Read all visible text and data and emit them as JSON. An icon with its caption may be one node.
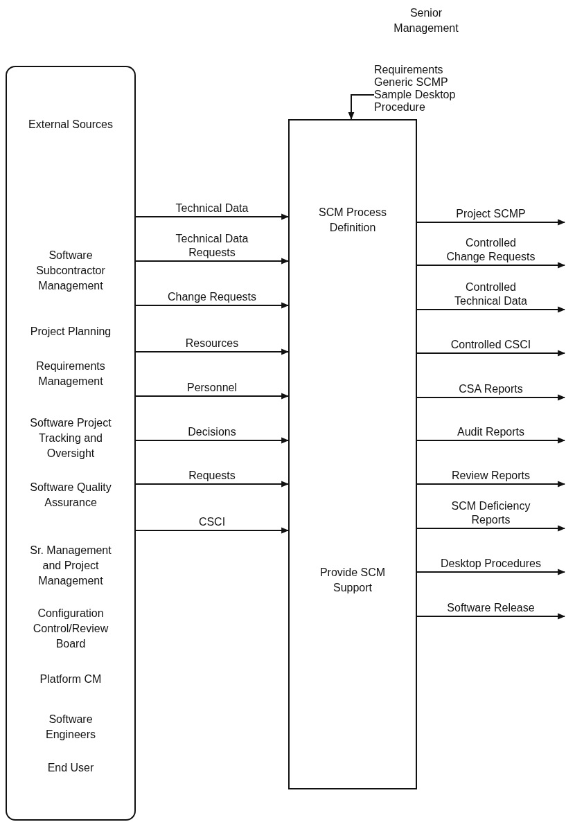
{
  "diagram": {
    "nodes": [
      {
        "text": [
          "External Sources",
          "Software Subcontractor Management",
          "Project Planning",
          "Requirements Management",
          "Software Project Tracking and Oversight",
          "Software Quality Assurance",
          "Sr. Management and Project Management",
          "Configuration Control/Review Board",
          "Platform CM",
          "Software Engineers",
          "End User"
        ]
      },
      {
        "text": [
          "SCM Process Definition",
          "Provide SCM Support"
        ]
      },
      {
        "text": [
          "Senior Management",
          "Requirements Generic SCMP Sample Desktop Procedure"
        ]
      }
    ],
    "edges": [
      {
        "from": 0,
        "to": 1,
        "arrow": "to",
        "label": "Technical Data"
      },
      {
        "from": 0,
        "to": 1,
        "arrow": "to",
        "label": "Technical Data Requests"
      },
      {
        "from": 0,
        "to": 1,
        "arrow": "to",
        "label": "Change Requests"
      },
      {
        "from": 0,
        "to": 1,
        "arrow": "to",
        "label": "Resources"
      },
      {
        "from": 0,
        "to": 1,
        "arrow": "to",
        "label": "Personnel"
      },
      {
        "from": 0,
        "to": 1,
        "arrow": "to",
        "label": "Decisions"
      },
      {
        "from": 0,
        "to": 1,
        "arrow": "to",
        "label": "Requests"
      },
      {
        "from": 0,
        "to": 1,
        "arrow": "to",
        "label": "CSCI"
      },
      {
        "from": 2,
        "to": 1,
        "arrow": "to"
      },
      {
        "from": 1,
        "to": null,
        "arrow": "to",
        "label": "Project SCMP"
      },
      {
        "from": 1,
        "to": null,
        "arrow": "to",
        "label": "Controlled Change Requests"
      },
      {
        "from": 1,
        "to": null,
        "arrow": "to",
        "label": "Controlled Technical Data"
      },
      {
        "from": 1,
        "to": null,
        "arrow": "to",
        "label": "Controlled CSCI"
      },
      {
        "from": 1,
        "to": null,
        "arrow": "to",
        "label": "CSA Reports"
      },
      {
        "from": 1,
        "to": null,
        "arrow": "to",
        "label": "Audit Reports"
      },
      {
        "from": 1,
        "to": null,
        "arrow": "to",
        "label": "Review Reports"
      },
      {
        "from": 1,
        "to": null,
        "arrow": "to",
        "label": "SCM Deficiency Reports"
      },
      {
        "from": 1,
        "to": null,
        "arrow": "to",
        "label": "Desktop Procedures"
      },
      {
        "from": 1,
        "to": null,
        "arrow": "to",
        "label": "Software Release"
      }
    ]
  }
}
